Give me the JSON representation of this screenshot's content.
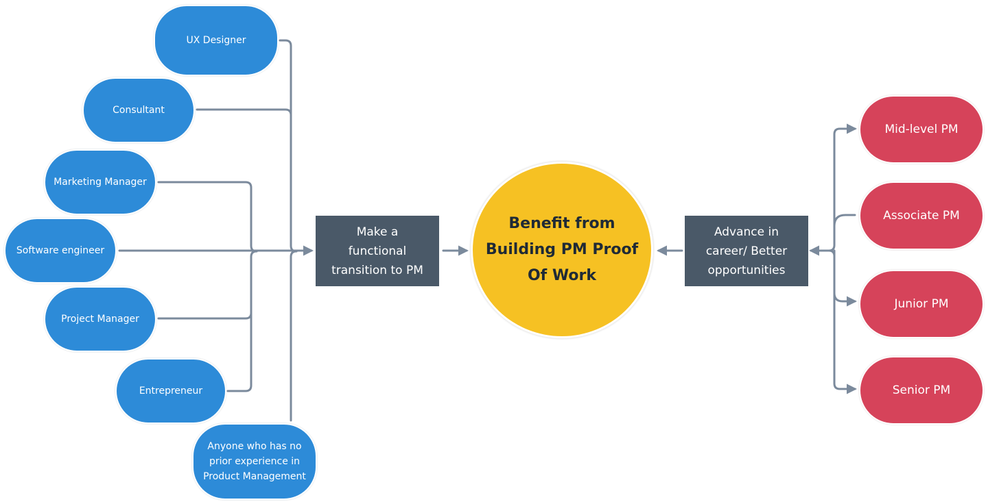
{
  "colors": {
    "source_role": "#2D8BD8",
    "target_role": "#D6435A",
    "process_box": "#4A5968",
    "center_circle": "#F6C123",
    "connector": "#7B8A9C"
  },
  "center": {
    "label": "Benefit from\nBuilding PM Proof\nOf Work"
  },
  "left_box": {
    "label": "Make a\nfunctional\ntransition to PM"
  },
  "right_box": {
    "label": "Advance in\ncareer/ Better\nopportunities"
  },
  "source_roles": [
    {
      "label": "UX Designer"
    },
    {
      "label": "Consultant"
    },
    {
      "label": "Marketing Manager"
    },
    {
      "label": "Software engineer"
    },
    {
      "label": "Project Manager"
    },
    {
      "label": "Entrepreneur"
    },
    {
      "label": "Anyone who has no\nprior experience in\nProduct Management"
    }
  ],
  "target_roles": [
    {
      "label": "Mid-level PM"
    },
    {
      "label": "Associate PM"
    },
    {
      "label": "Junior PM"
    },
    {
      "label": "Senior PM"
    }
  ]
}
